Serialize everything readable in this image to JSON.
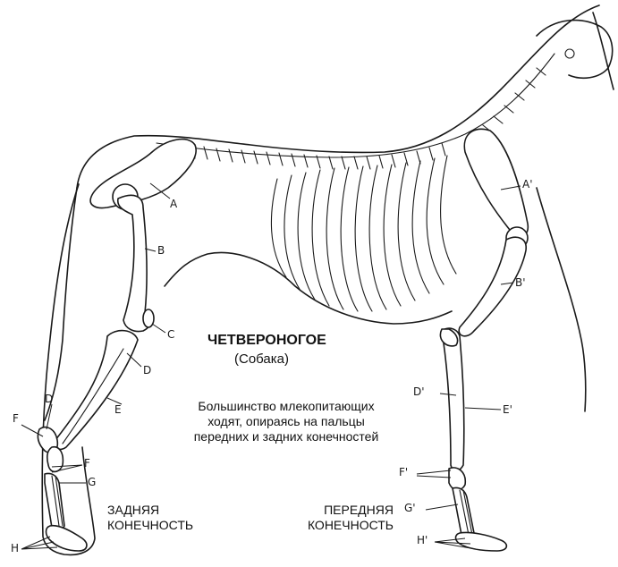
{
  "title": "ЧЕТВЕРОНОГОЕ",
  "subtitle": "(Собака)",
  "description_lines": [
    "Большинство млекопитающих",
    "ходят, опираясь на пальцы",
    "передних и задних конечностей"
  ],
  "hind_limb": {
    "line1": "ЗАДНЯЯ",
    "line2": "КОНЕЧНОСТЬ"
  },
  "fore_limb": {
    "line1": "ПЕРЕДНЯЯ",
    "line2": "КОНЕЧНОСТЬ"
  },
  "hind_labels": {
    "A": "A",
    "B": "B",
    "C": "C",
    "D": "D",
    "E": "E",
    "D2": "D",
    "F": "F",
    "F2": "F",
    "G": "G",
    "H": "H"
  },
  "fore_labels": {
    "A": "A'",
    "B": "B'",
    "D": "D'",
    "E": "E'",
    "F": "F'",
    "G": "G'",
    "H": "H'"
  }
}
